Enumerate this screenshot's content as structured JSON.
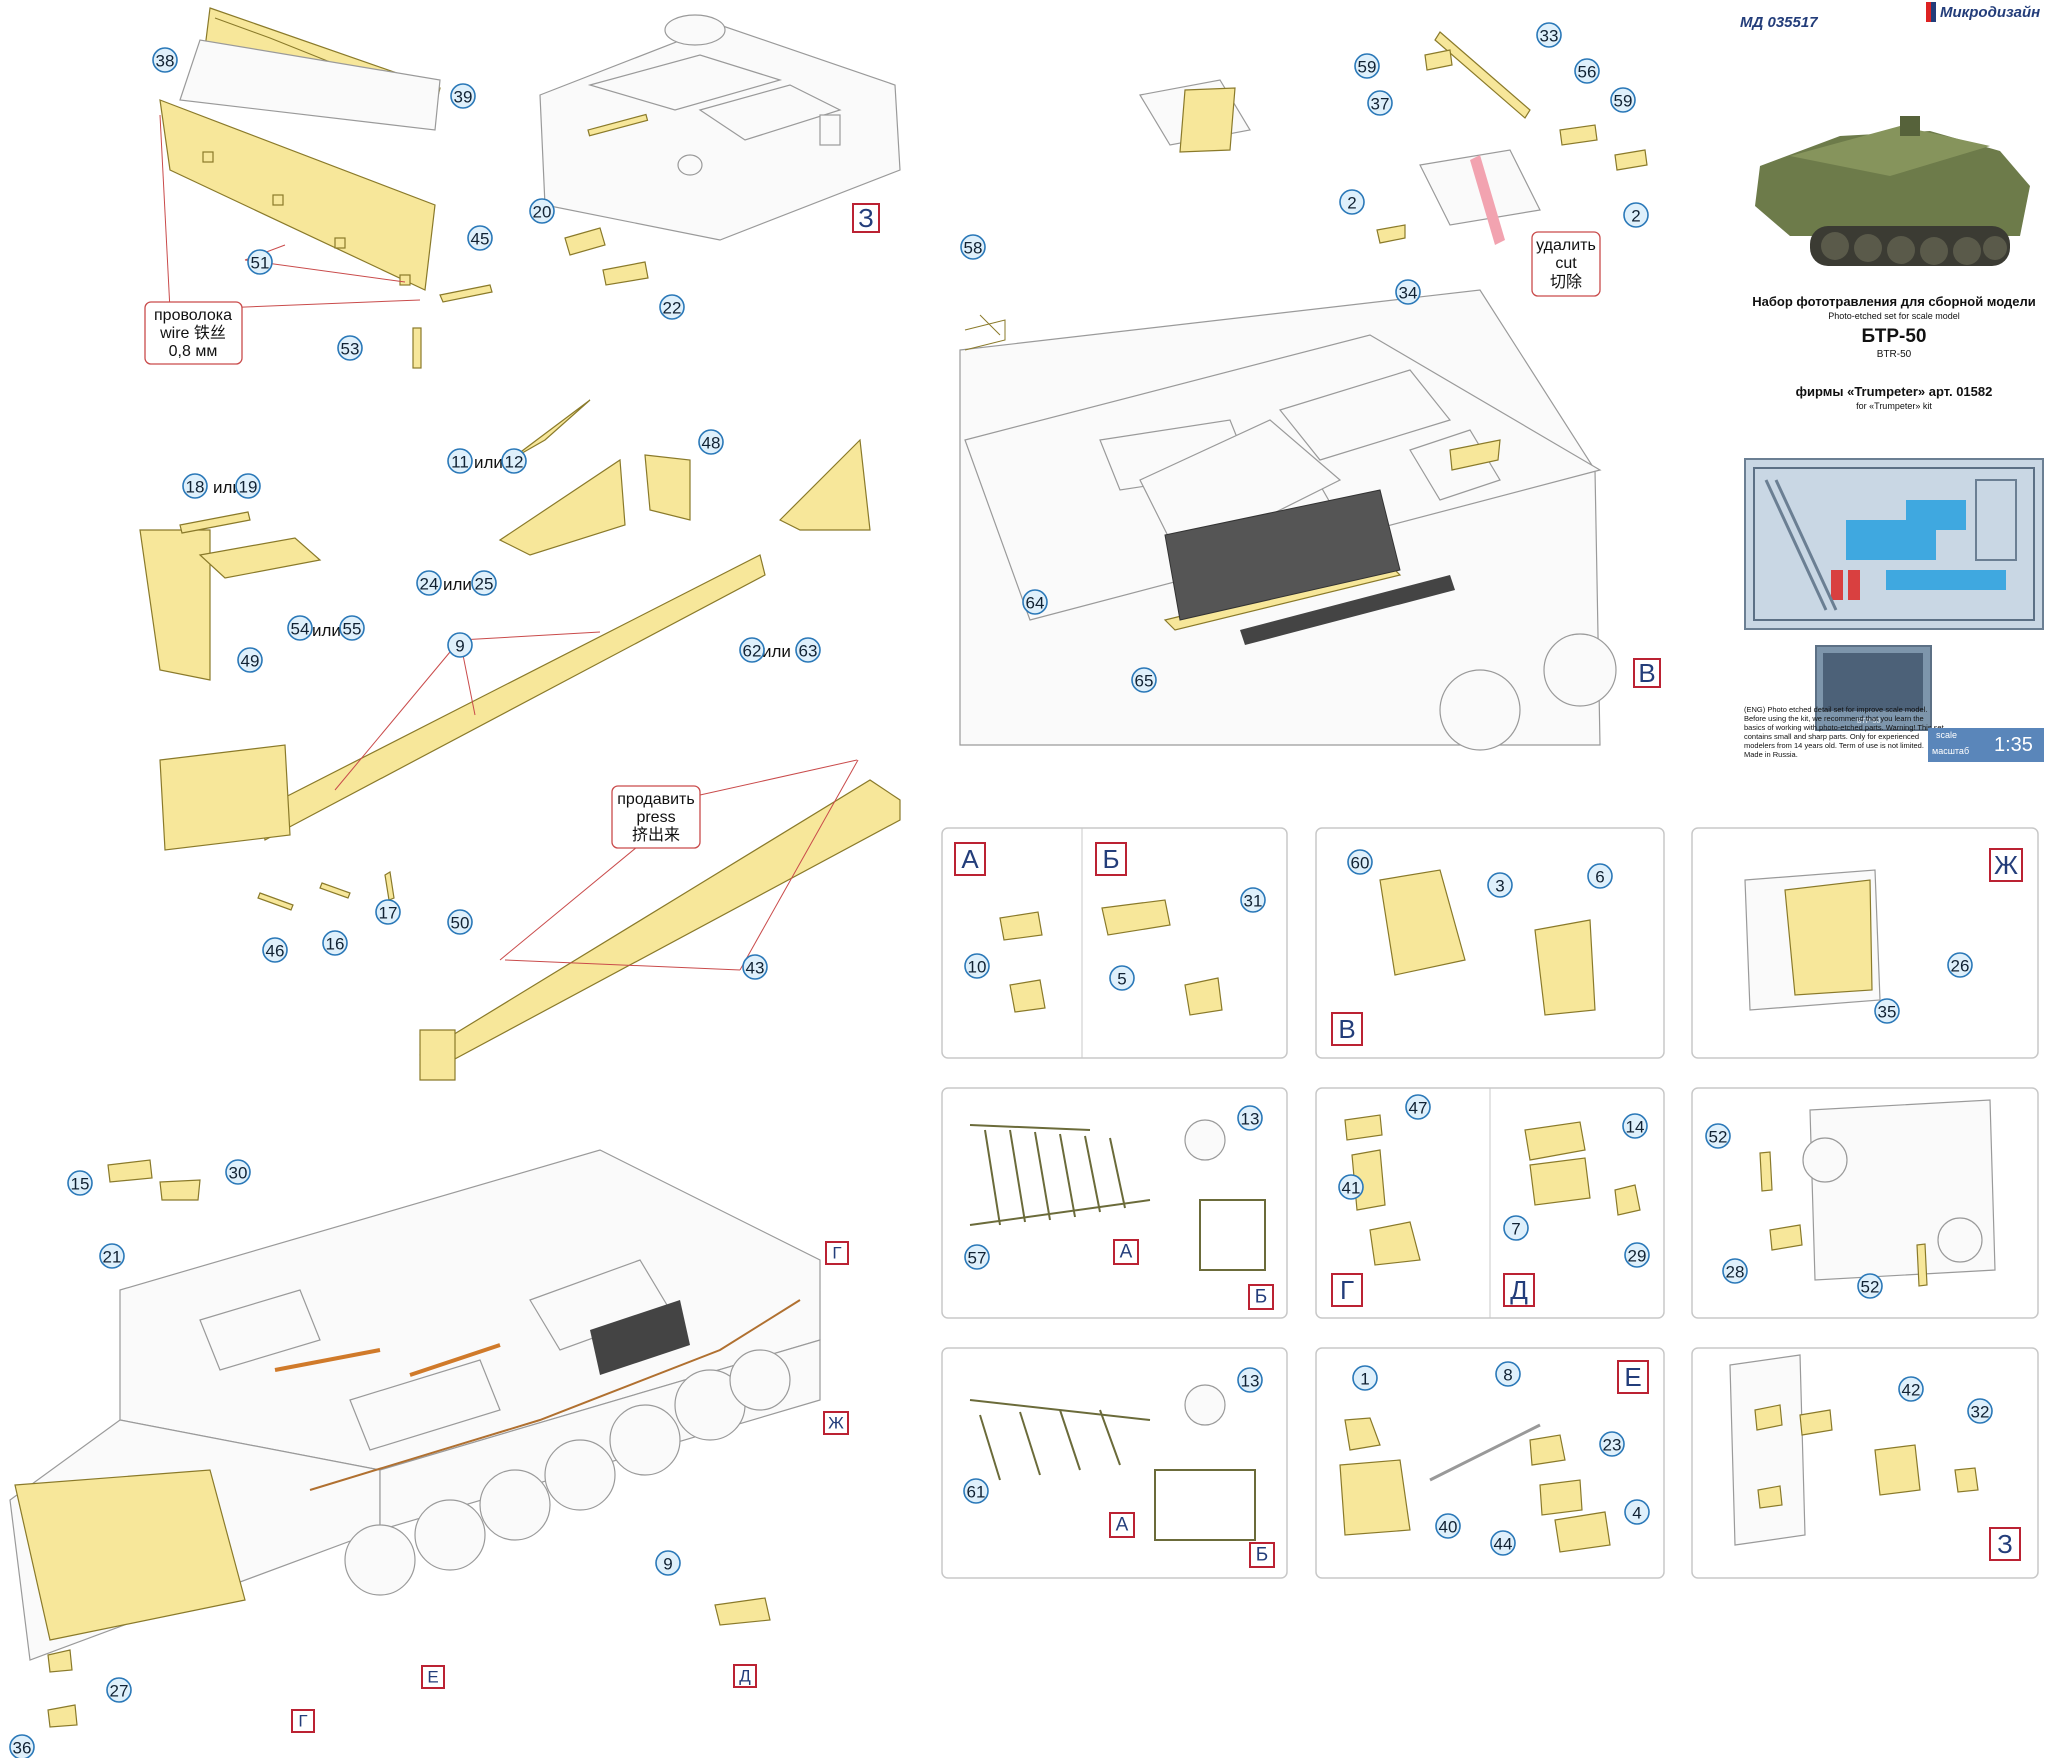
{
  "header": {
    "product_code": "МД 035517",
    "brand": "Микродизайн",
    "title_ru_line": "Набор фототравления для сборной модели",
    "title_en_line": "Photo-etched set for scale model",
    "model_ru": "БТР-50",
    "model_en": "BTR-50",
    "kit_ru": "фирмы «Trumpeter» арт. 01582",
    "kit_en": "for «Trumpeter» kit",
    "pe_sheet_label": "БТР-50",
    "warning_text": "(ENG) Photo etched detail set for improve scale model. Before using the kit, we recommend that you learn the basics of working with photo-etched parts. Warning! This set contains small and sharp parts. Only for experienced modelers from 14 years old. Term of use is not limited. Made in Russia.",
    "scale_en": "scale",
    "scale_ru": "масштаб",
    "scale_value": "1:35"
  },
  "notes": {
    "wire": [
      "проволока",
      "wire  铁丝",
      "0,8 мм"
    ],
    "cut": [
      "удалить",
      "cut",
      "切除"
    ],
    "press": [
      "продавить",
      "press",
      "挤出来"
    ]
  },
  "word_or": "или",
  "box_labels": {
    "A": "А",
    "B": "Б",
    "V": "В",
    "G": "Г",
    "D": "Д",
    "E": "Е",
    "Zh": "Ж",
    "Z": "З"
  },
  "callouts": {
    "c1": "1",
    "c2": "2",
    "c3": "3",
    "c4": "4",
    "c5": "5",
    "c6": "6",
    "c7": "7",
    "c8": "8",
    "c9": "9",
    "c10": "10",
    "c11": "11",
    "c12": "12",
    "c13": "13",
    "c14": "14",
    "c15": "15",
    "c16": "16",
    "c17": "17",
    "c18": "18",
    "c19": "19",
    "c20": "20",
    "c21": "21",
    "c22": "22",
    "c23": "23",
    "c24": "24",
    "c25": "25",
    "c26": "26",
    "c27": "27",
    "c28": "28",
    "c29": "29",
    "c30": "30",
    "c31": "31",
    "c32": "32",
    "c33": "33",
    "c34": "34",
    "c35": "35",
    "c36": "36",
    "c37": "37",
    "c38": "38",
    "c39": "39",
    "c40": "40",
    "c41": "41",
    "c42": "42",
    "c43": "43",
    "c44": "44",
    "c45": "45",
    "c46": "46",
    "c47": "47",
    "c48": "48",
    "c49": "49",
    "c50": "50",
    "c51": "51",
    "c52": "52",
    "c53": "53",
    "c54": "54",
    "c55": "55",
    "c56": "56",
    "c57": "57",
    "c58": "58",
    "c59": "59",
    "c60": "60",
    "c61": "61",
    "c62": "62",
    "c63": "63",
    "c64": "64",
    "c65": "65"
  },
  "colors": {
    "part_fill": "#f7e79a",
    "callout_fill": "#dff0fb",
    "callout_stroke": "#2a78b8",
    "box_label_border": "#b22233",
    "box_label_text": "#233d7a",
    "cut_mark": "#f2a3b0",
    "scale_badge": "#5a86ba"
  }
}
